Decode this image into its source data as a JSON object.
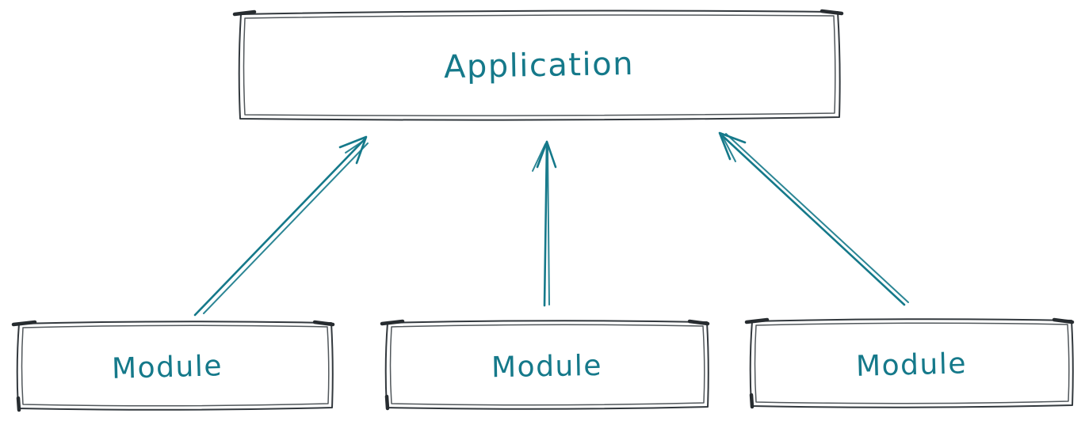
{
  "diagram": {
    "type": "flow",
    "style": "hand-drawn-sketch",
    "background": "#ffffff",
    "colors": {
      "node_stroke": "#33393e",
      "accent_teal": "#15798a"
    },
    "nodes": [
      {
        "id": "application",
        "label": "Application"
      },
      {
        "id": "module-left",
        "label": "Module"
      },
      {
        "id": "module-center",
        "label": "Module"
      },
      {
        "id": "module-right",
        "label": "Module"
      }
    ],
    "edges": [
      {
        "from": "module-left",
        "to": "application",
        "direction": "up"
      },
      {
        "from": "module-center",
        "to": "application",
        "direction": "up"
      },
      {
        "from": "module-right",
        "to": "application",
        "direction": "up"
      }
    ]
  }
}
